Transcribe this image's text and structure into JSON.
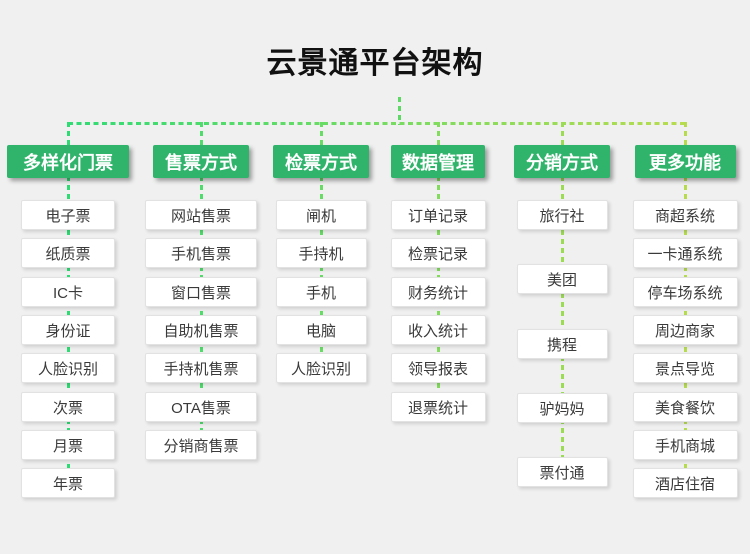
{
  "title": "云景通平台架构",
  "colors": {
    "background": "#f0f0f0",
    "header_bg": "#30b46c",
    "header_text": "#ffffff",
    "box_bg": "#ffffff",
    "box_text": "#3a3a3a",
    "connector_left": "#2fdc74",
    "connector_right": "#b8dc4e",
    "title_color": "#111111"
  },
  "columns": [
    {
      "label": "多样化门票",
      "items": [
        "电子票",
        "纸质票",
        "IC卡",
        "身份证",
        "人脸识别",
        "次票",
        "月票",
        "年票"
      ]
    },
    {
      "label": "售票方式",
      "items": [
        "网站售票",
        "手机售票",
        "窗口售票",
        "自助机售票",
        "手持机售票",
        "OTA售票",
        "分销商售票"
      ]
    },
    {
      "label": "检票方式",
      "items": [
        "闸机",
        "手持机",
        "手机",
        "电脑",
        "人脸识别"
      ]
    },
    {
      "label": "数据管理",
      "items": [
        "订单记录",
        "检票记录",
        "财务统计",
        "收入统计",
        "领导报表",
        "退票统计"
      ]
    },
    {
      "label": "分销方式",
      "items": [
        "旅行社",
        "美团",
        "携程",
        "驴妈妈",
        "票付通"
      ]
    },
    {
      "label": "更多功能",
      "items": [
        "商超系统",
        "一卡通系统",
        "停车场系统",
        "周边商家",
        "景点导览",
        "美食餐饮",
        "手机商城",
        "酒店住宿"
      ]
    }
  ]
}
